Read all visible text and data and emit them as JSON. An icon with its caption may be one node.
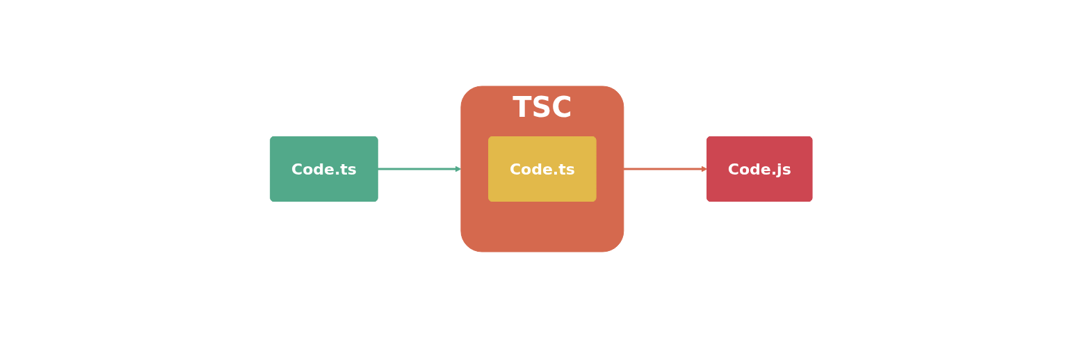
{
  "diagram": {
    "nodes": [
      {
        "text": [
          "Code.ts"
        ]
      },
      {
        "text": [
          "TSC"
        ]
      },
      {
        "text": [
          "Code.ts"
        ],
        "in": 1
      },
      {
        "text": [
          "Code.js"
        ]
      }
    ],
    "edges": [
      {
        "from": 0,
        "to": 1,
        "arrow": "to",
        "color": "#52a98a"
      },
      {
        "from": 1,
        "to": 3,
        "arrow": "to",
        "color": "#d5694e"
      }
    ]
  }
}
